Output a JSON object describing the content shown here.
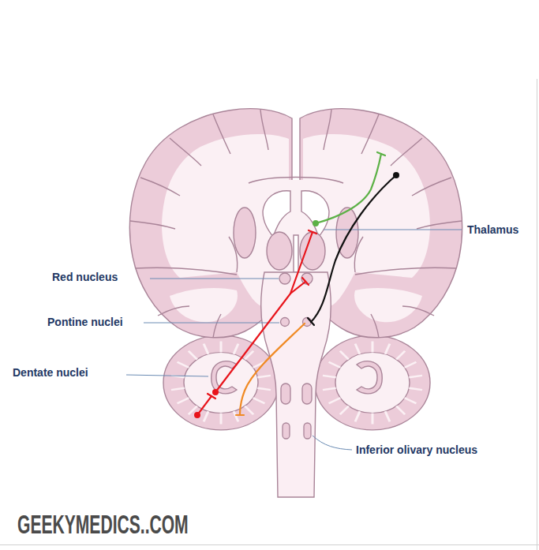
{
  "diagram": {
    "labels": [
      "Thalamus",
      "Red nucleus",
      "Pontine nuclei",
      "Dentate nuclei",
      "Inferior olivary nucleus",
      "GEEKYMEDICS..COM"
    ]
  }
}
